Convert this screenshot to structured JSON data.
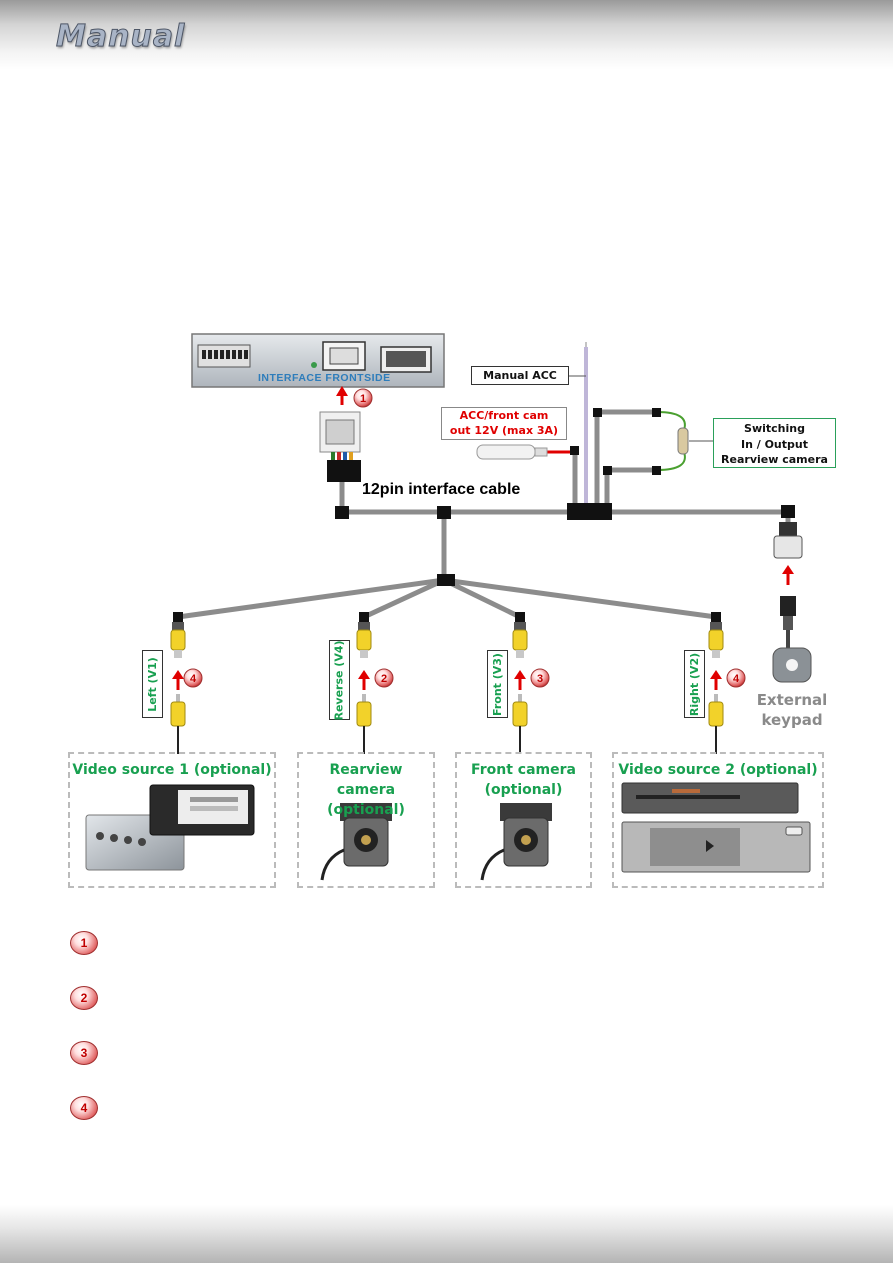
{
  "header": {
    "brand": "Manual"
  },
  "interface": {
    "frontside_label": "INTERFACE  FRONTSIDE"
  },
  "cable": {
    "title": "12pin interface cable"
  },
  "labels": {
    "manual_acc": "Manual ACC",
    "acc_front_cam_line1": "ACC/front cam",
    "acc_front_cam_line2": "out  12V (max 3A)",
    "switching_line1": "Switching",
    "switching_line2": "In / Output",
    "switching_line3": "Rearview camera",
    "external_keypad_line1": "External",
    "external_keypad_line2": "keypad"
  },
  "inputs": [
    {
      "label": "Left (V1)",
      "step": "4"
    },
    {
      "label": "Reverse (V4)",
      "step": "2"
    },
    {
      "label": "Front  (V3)",
      "step": "3"
    },
    {
      "label": "Right  (V2)",
      "step": "4"
    }
  ],
  "sources": [
    {
      "title_line1": "Video source 1 (optional)",
      "title_line2": ""
    },
    {
      "title_line1": "Rearview camera",
      "title_line2": "(optional)"
    },
    {
      "title_line1": "Front camera",
      "title_line2": "(optional)"
    },
    {
      "title_line1": "Video source 2 (optional)",
      "title_line2": ""
    }
  ],
  "interface_step": "1",
  "legend": [
    "1",
    "2",
    "3",
    "4"
  ],
  "colors": {
    "accent_green": "#18a050",
    "step_red": "#e00000",
    "frontside_blue": "#2e7dbb",
    "cable_gray": "#8c8c8c"
  }
}
